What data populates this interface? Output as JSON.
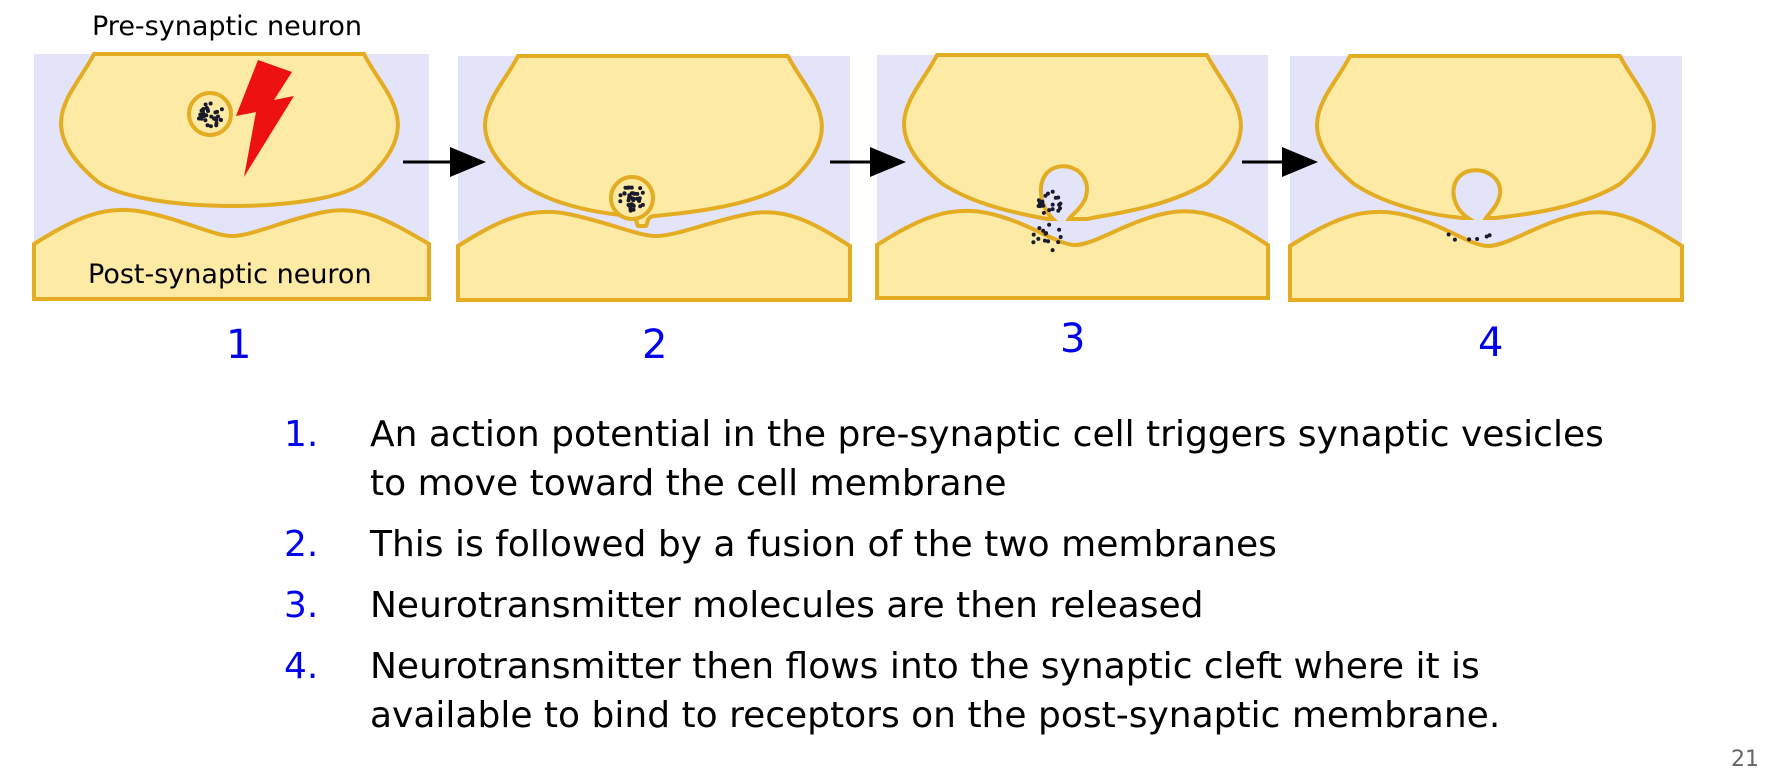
{
  "labels": {
    "pre_synaptic": "Pre-synaptic neuron",
    "post_synaptic": "Post-synaptic neuron"
  },
  "panels": [
    {
      "number": "1"
    },
    {
      "number": "2"
    },
    {
      "number": "3"
    },
    {
      "number": "4"
    }
  ],
  "steps": [
    {
      "number": "1.",
      "text": "An action potential in the pre-synaptic cell triggers synaptic vesicles to move toward the cell membrane"
    },
    {
      "number": "2.",
      "text": "This is followed by a fusion of the two membranes"
    },
    {
      "number": "3.",
      "text": "Neurotransmitter molecules are then released"
    },
    {
      "number": "4.",
      "text": "Neurotransmitter then flows into the synaptic cleft where it is available to bind to receptors on the post-synaptic membrane."
    }
  ],
  "page_number": "21",
  "colors": {
    "panel_background": "#e3e3fa",
    "neuron_fill": "#fdeaa4",
    "neuron_stroke": "#e3ac22",
    "lightning": "#ee1111",
    "number_blue": "#0000ee",
    "dots": "#1a1a2e"
  }
}
